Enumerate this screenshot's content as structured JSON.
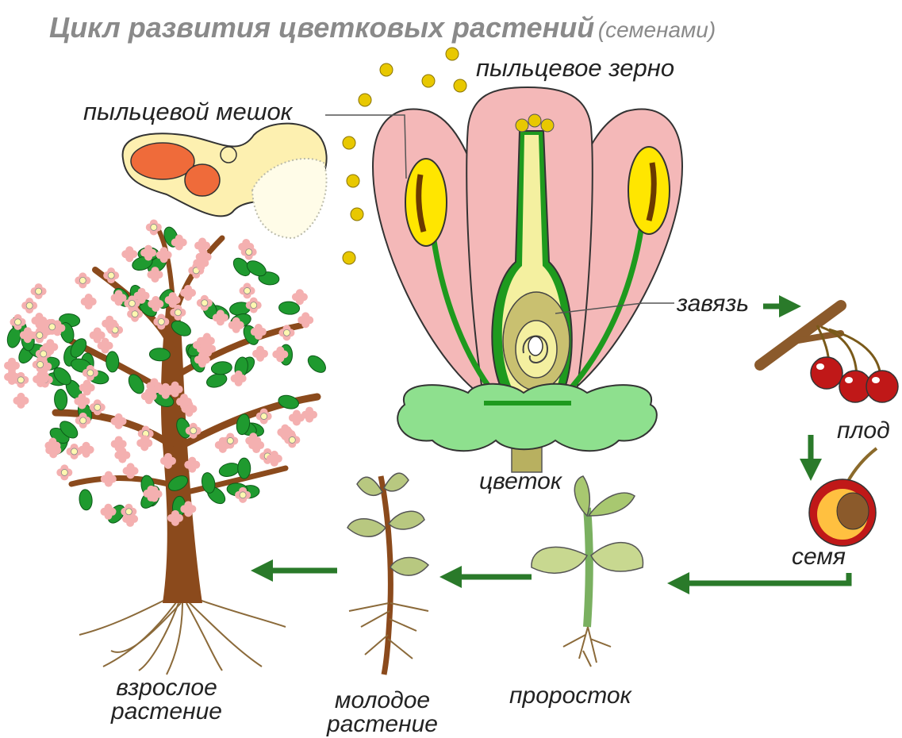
{
  "title": {
    "main": "Цикл развития цветковых растений",
    "sub": "(семенами)"
  },
  "labels": {
    "pollen_grain": "пыльцевое зерно",
    "pollen_sac": "пыльцевой мешок",
    "ovary": "завязь",
    "fruit": "плод",
    "flower": "цветок",
    "seed": "семя",
    "sprout": "проросток",
    "young_plant_line1": "молодое",
    "young_plant_line2": "растение",
    "adult_plant_line1": "взрослое",
    "adult_plant_line2": "растение"
  },
  "colors": {
    "petal": "#f4b8b8",
    "sepal": "#8ee08e",
    "stem": "#1e9a1e",
    "anther": "#ffe600",
    "pistil": "#f4f0a0",
    "pollen": "#e8c800",
    "arrow": "#2a7a2a",
    "bark": "#8b4a1c",
    "leaf": "#1f9a2f",
    "blossom": "#f4b0b0",
    "cherry": "#c01818",
    "title": "#8a8a8a"
  },
  "icons": [
    "flower-icon",
    "pollen-sac-icon",
    "pollen-grain-icon",
    "cherry-fruit-icon",
    "seed-icon",
    "sprout-icon",
    "young-plant-icon",
    "adult-tree-icon",
    "arrow-icon"
  ]
}
